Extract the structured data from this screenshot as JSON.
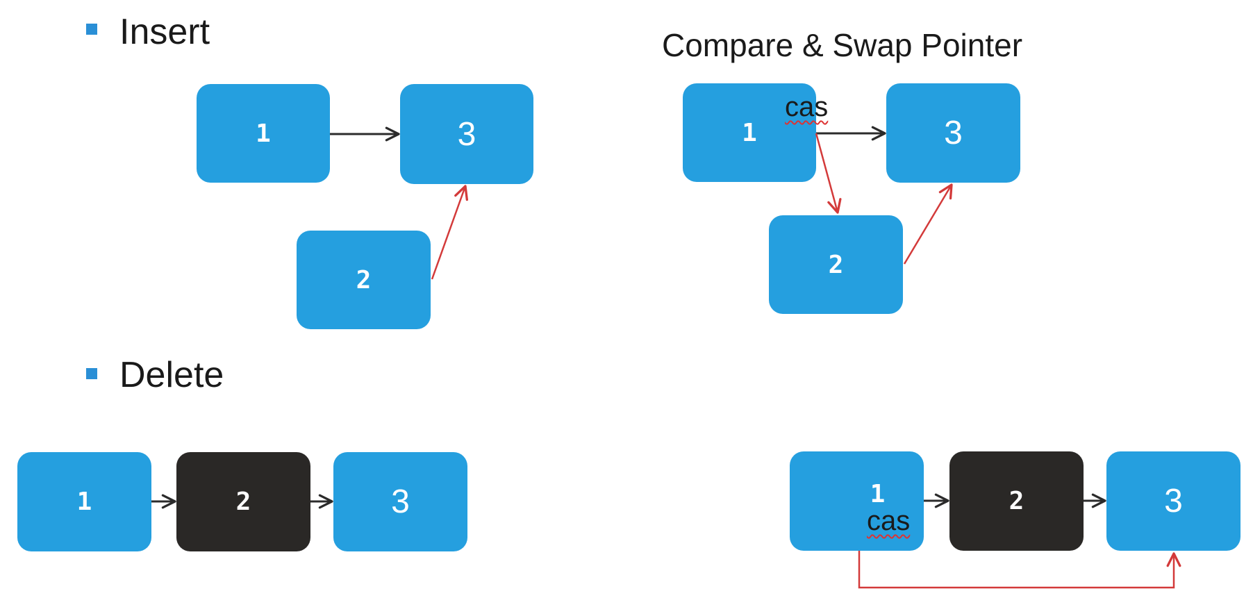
{
  "headings": {
    "insert": "Insert",
    "delete": "Delete",
    "cas_title": "Compare & Swap Pointer"
  },
  "nodes": {
    "n1": "1",
    "n2": "2",
    "n3": "3"
  },
  "annotations": {
    "cas_label": "cas"
  },
  "colors": {
    "node_blue": "#259fdf",
    "node_deleted": "#2a2826",
    "bullet": "#2a8fd6",
    "arrow_black": "#2b2b2b",
    "arrow_red": "#d33a3a"
  }
}
